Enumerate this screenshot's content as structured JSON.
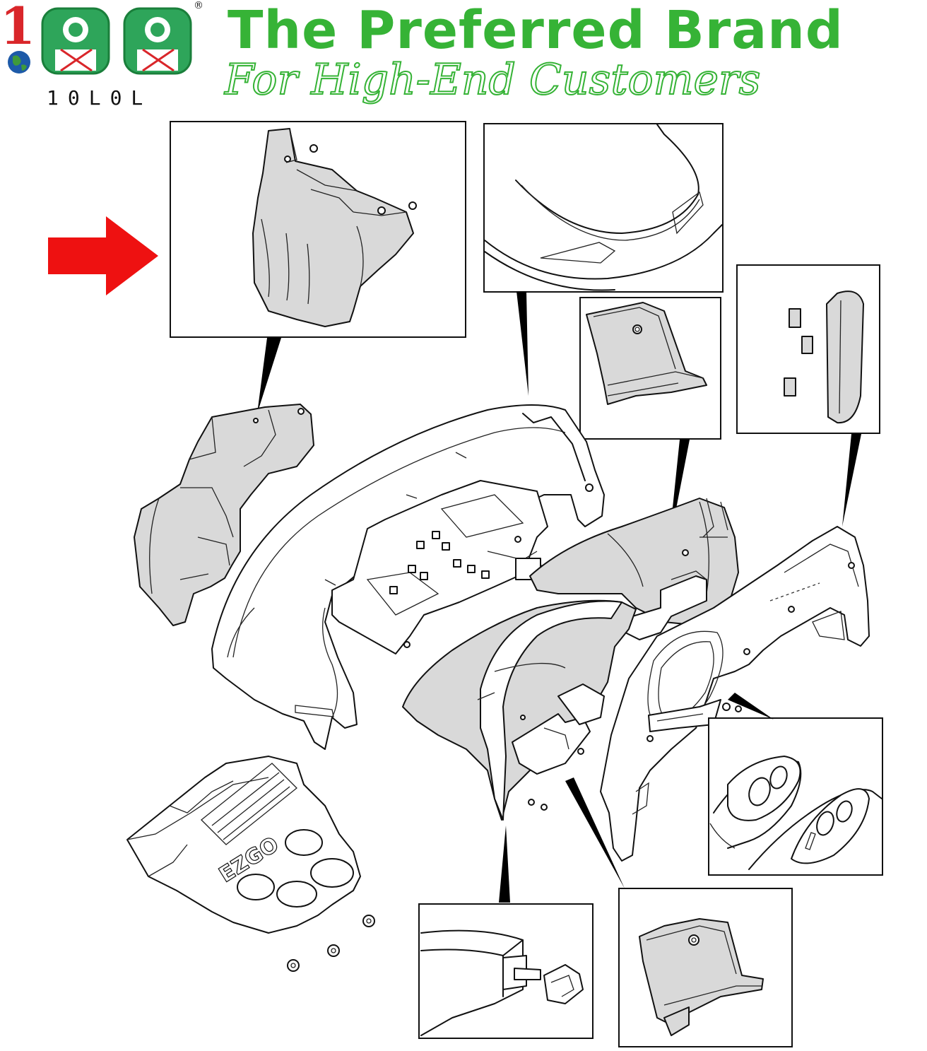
{
  "brand": {
    "logo_text": "10L0L",
    "registered_mark": "®",
    "headline": "The Preferred Brand",
    "tagline": "For High-End Customers",
    "colors": {
      "green": "#36b336",
      "red_numeral": "#d9262a",
      "arrow": "#ee1111"
    }
  },
  "diagram": {
    "decal_logo": "EZGO"
  }
}
